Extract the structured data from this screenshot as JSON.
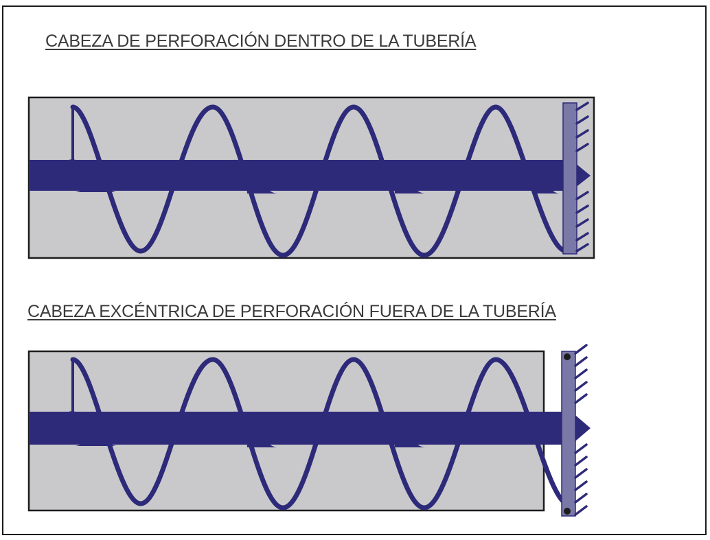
{
  "panels": [
    {
      "caption": "CABEZA DE PERFORACIÓN DENTRO DE LA TUBERÍA",
      "head_position": "inside-pipe"
    },
    {
      "caption": "CABEZA EXCÉNTRICA DE PERFORACIÓN FUERA DE LA TUBERÍA",
      "head_position": "outside-pipe"
    }
  ],
  "colors": {
    "auger": "#2e2a7a",
    "pipe_fill": "#c9c9cb",
    "pipe_border": "#1c1c1c",
    "cutter_plate": "#7a78a6",
    "caption_text": "#3a3a3a"
  }
}
